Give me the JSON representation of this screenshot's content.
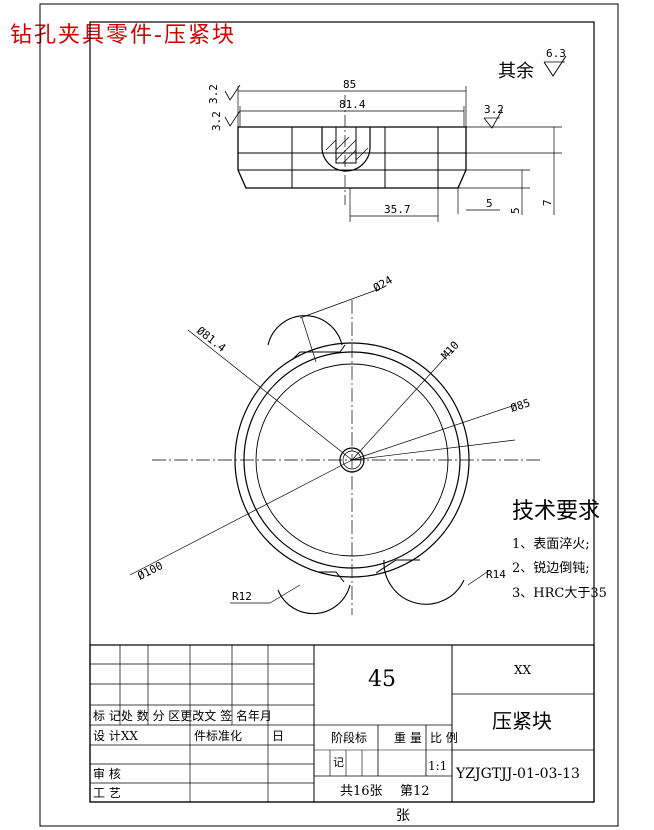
{
  "header": {
    "title": "钻孔夹具零件-压紧块"
  },
  "surface_finish": {
    "other_label": "其余",
    "other_value": "6.3",
    "v1": "3.2",
    "v2": "3.2",
    "v3": "3.2"
  },
  "front_view_dims": {
    "d85": "85",
    "d81_4": "81.4",
    "d35_7": "35.7",
    "d5a": "5",
    "d5b": "5",
    "d7": "7"
  },
  "top_view_dims": {
    "phi24": "Ø24",
    "phi81_4": "Ø81.4",
    "m10": "M10",
    "phi85": "Ø85",
    "phi100": "Ø100",
    "r12": "R12",
    "r14": "R14"
  },
  "tech_requirements": {
    "title": "技术要求",
    "items": [
      "1、表面淬火;",
      "2、锐边倒钝;",
      "3、HRC大于35"
    ]
  },
  "title_block": {
    "material": "45",
    "company": "XX",
    "part_name": "压紧块",
    "drawing_no": "YZJGTJJ-01-03-13",
    "row_header": "标 记处 数 分 区更改文  签 名年月",
    "design_label": "设 计XX",
    "standard_label": "件标准化",
    "date_label": "日",
    "review_label": "审 核",
    "process_label": "工 艺",
    "stage_label": "阶段标",
    "stage_label2": "记",
    "weight_label": "重 量",
    "scale_label": "比 例",
    "scale_value": "1:1",
    "sheets_total": "共16张",
    "sheet_no": "第12",
    "sheet_unit": "张"
  }
}
